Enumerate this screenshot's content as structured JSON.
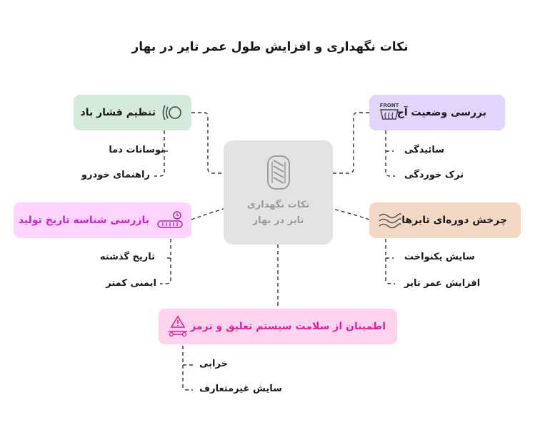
{
  "title": "نکات نگهداری و افزایش طول عمر تایر در بهار",
  "center": {
    "line1": "نکات نگهداری",
    "line2": "تایر در بهار"
  },
  "colors": {
    "green": "#d4eadb",
    "purple": "#e3d4fd",
    "pink": "#ffd4ff",
    "tan": "#f3d8c5",
    "magenta": "#ffd3ee",
    "center": "#e3e3e3"
  },
  "nodes": {
    "pressure": {
      "label": "تنظیم فشار باد",
      "icon": "tire-pressure-icon",
      "items": [
        "نوسانات دما",
        "راهنمای خودرو"
      ]
    },
    "tread": {
      "label": "بررسی وضعیت آج",
      "icon": "front-defrost-icon",
      "icon_text": "FRONT",
      "items": [
        "سائیدگی",
        "ترک خوردگی"
      ]
    },
    "dot": {
      "label": "بازرسی شناسه تاریخ تولید",
      "icon": "tire-timer-icon",
      "items": [
        "تاریخ گذشته",
        "ایمنی کمتر"
      ]
    },
    "rotation": {
      "label": "چرخش دوره‌ای تایرها",
      "icon": "waves-icon",
      "items": [
        "سایش یکنواخت",
        "افزایش عمر تایر"
      ]
    },
    "suspension": {
      "label": "اطمینان از سلامت سیستم تعلیق و ترمز",
      "icon": "suspension-warning-icon",
      "items": [
        "خرابی",
        "سایش غیرمتعارف"
      ]
    }
  }
}
